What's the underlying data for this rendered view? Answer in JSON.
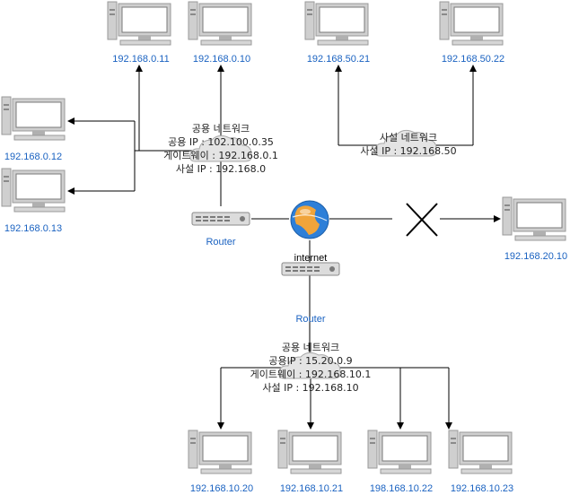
{
  "colors": {
    "label_blue": "#1a62c1",
    "device_gray": "#c7c7c7",
    "screen_blue": "#4f86c6",
    "cloud_gray": "#e4e4e4",
    "globe_blue": "#2d7fd8",
    "globe_orange": "#f0a43a"
  },
  "computers": [
    {
      "id": "pc-0-11",
      "label": "192.168.0.11"
    },
    {
      "id": "pc-0-10",
      "label": "192.168.0.10"
    },
    {
      "id": "pc-50-21",
      "label": "192.168.50.21"
    },
    {
      "id": "pc-50-22",
      "label": "192.168.50.22"
    },
    {
      "id": "pc-0-12",
      "label": "192.168.0.12"
    },
    {
      "id": "pc-0-13",
      "label": "192.168.0.13"
    },
    {
      "id": "pc-20-10",
      "label": "192.168.20.10"
    },
    {
      "id": "pc-10-20",
      "label": "192.168.10.20"
    },
    {
      "id": "pc-10-21",
      "label": "192.168.10.21"
    },
    {
      "id": "pc-10-22",
      "label": "198.168.10.22"
    },
    {
      "id": "pc-10-23",
      "label": "192.168.10.23"
    }
  ],
  "routers": [
    {
      "id": "router-top",
      "label": "Router"
    },
    {
      "id": "router-bottom",
      "label": "Router"
    }
  ],
  "internet": {
    "label": "internet",
    "icon": "globe-icon"
  },
  "networks": {
    "net0": {
      "lines": [
        "공용 네트워크",
        "공용 IP : 102.100.0.35",
        "게이트웨이 : 192.168.0.1",
        "사설 IP : 192.168.0"
      ]
    },
    "net50": {
      "lines": [
        "사설 네트워크",
        "사설 IP : 192.168.50"
      ]
    },
    "net10": {
      "lines": [
        "공용 네트워크",
        "공용IP : 15.20.0.9",
        "게이트웨이 : 192.168.10.1",
        "사설 IP : 192.168.10"
      ]
    }
  },
  "blocked_link_icon": "x-mark-icon"
}
